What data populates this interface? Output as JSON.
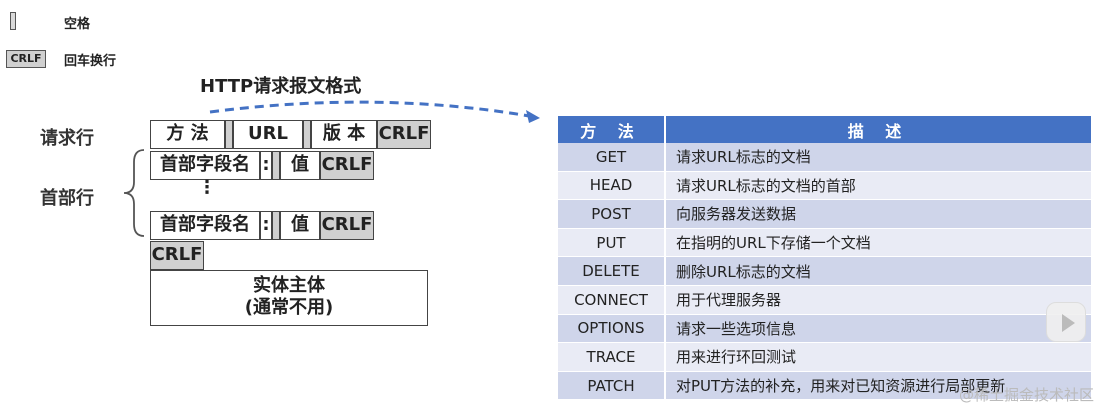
{
  "legend": [
    {
      "symbol": "",
      "label": "空格"
    },
    {
      "symbol": "CRLF",
      "label": "回车换行"
    }
  ],
  "title": "HTTP请求报文格式",
  "labels": {
    "request_line": "请求行",
    "header_line": "首部行"
  },
  "request_line": {
    "method": "方 法",
    "url": "URL",
    "version": "版 本",
    "crlf": "CRLF"
  },
  "header_row": {
    "field": "首部字段名",
    "colon": ":",
    "value": "值",
    "crlf": "CRLF"
  },
  "ellipsis": "⋮",
  "blank_crlf": "CRLF",
  "body": {
    "line1": "实体主体",
    "line2": "(通常不用)"
  },
  "table": {
    "headers": [
      "方 法",
      "描 述"
    ],
    "rows": [
      {
        "method": "GET",
        "desc": "请求URL标志的文档"
      },
      {
        "method": "HEAD",
        "desc": "请求URL标志的文档的首部"
      },
      {
        "method": "POST",
        "desc": "向服务器发送数据"
      },
      {
        "method": "PUT",
        "desc": "在指明的URL下存储一个文档"
      },
      {
        "method": "DELETE",
        "desc": "删除URL标志的文档"
      },
      {
        "method": "CONNECT",
        "desc": "用于代理服务器"
      },
      {
        "method": "OPTIONS",
        "desc": "请求一些选项信息"
      },
      {
        "method": "TRACE",
        "desc": "用来进行环回测试"
      },
      {
        "method": "PATCH",
        "desc": "对PUT方法的补充，用来对已知资源进行局部更新"
      }
    ]
  },
  "arrow_color": "#4472c4",
  "table_header_color": "#4472c4",
  "play_icon": "play-icon",
  "watermark": "@稀土掘金技术社区"
}
